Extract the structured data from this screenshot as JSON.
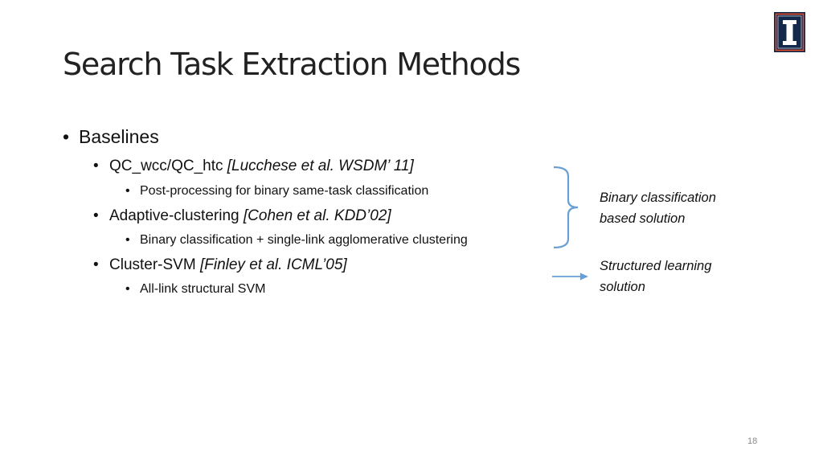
{
  "slide": {
    "title": "Search Task Extraction Methods",
    "page_number": "18",
    "bullet_glyph": "•"
  },
  "bullets": {
    "baselines": "Baselines",
    "qc": {
      "text": "QC_wcc/QC_htc ",
      "cite": "[Lucchese et al. WSDM’ 11]",
      "sub": "Post-processing for binary same-task classification"
    },
    "adaptive": {
      "text": "Adaptive-clustering ",
      "cite": "[Cohen et al. KDD’02]",
      "sub": "Binary classification + single-link agglomerative clustering"
    },
    "cluster_svm": {
      "text": "Cluster-SVM ",
      "cite": "[Finley et al. ICML’05]",
      "sub": "All-link structural SVM"
    }
  },
  "annotations": {
    "binary": [
      "Binary classification",
      "based solution"
    ],
    "structured": [
      "Structured learning",
      "solution"
    ]
  },
  "colors": {
    "connector": "#6a9fd4",
    "logo_blue": "#13294b",
    "logo_orange": "#e84a27"
  },
  "icons": {
    "logo": "university-block-i-logo",
    "bracket": "right-curly-brace",
    "arrow": "right-arrow"
  }
}
